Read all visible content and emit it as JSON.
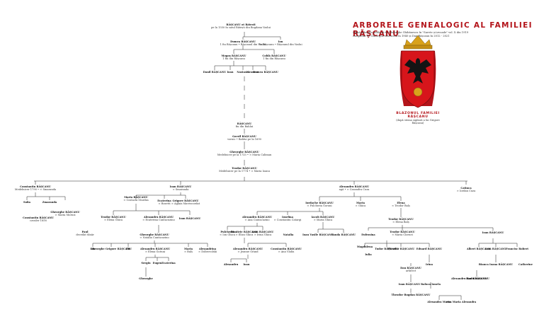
{
  "header": {
    "title": "ARBORELE GENEALOGIC AL FAMILIEI RĂȘCANU",
    "subtitle_1": "(după arborele publicat de Gheorghe Ghibănescu în \"Surete și izvoade\" vol. X din 1919",
    "subtitle_2": "completat de Gheorghe Bezviconi în 1940 și Dan Rășcanu în 2012 - 2021"
  },
  "crest": {
    "caption": "BLAZONUL FAMILIEI RĂȘCANU",
    "note": "(după stema sigilară a lui Grigore Rășcanu)",
    "colors": {
      "field": "#d7151b",
      "eagle": "#141414",
      "crown": "#d9a21b",
      "mantle": "#b3141a"
    }
  },
  "people": {
    "p0": {
      "name": "RĂȘCANU ot Rătesti",
      "info": "pe la 1550 în satul Rătești din Bogdana Vaslui"
    },
    "p1": {
      "name": "Dumea RĂȘCANU",
      "info": "1 fiu Rășcanu • Rășcanul din Vaslui"
    },
    "p2": {
      "name": "Ion",
      "info": "fiu Rășcanu • Rășcanul din Vaslui"
    },
    "p3": {
      "name": "Mogoș RĂȘCANU",
      "info": "1 fiu din Rășcanu"
    },
    "p4": {
      "name": "Coblă RĂȘCANU",
      "info": "1 fiu din Rășcanu"
    },
    "p5": {
      "name": "Danil RĂȘCANU",
      "info": ""
    },
    "p6": {
      "name": "Ioan",
      "info": ""
    },
    "p7": {
      "name": "Nastasia",
      "info": ""
    },
    "p8": {
      "name": "Gramoe",
      "info": ""
    },
    "p9": {
      "name": "Dumea RĂȘCANU",
      "info": ""
    },
    "p10": {
      "name": "RĂȘCANU",
      "info": "fiu din Bahlui"
    },
    "p11": {
      "name": "Gavril RĂȘCANU",
      "info": "vornic • Bahlui pe la 1690"
    },
    "p12": {
      "name": "Gheorghe RĂȘCANU",
      "info": "Medelnicer pe la 1733 • ∞ Maria Caliman"
    },
    "p13": {
      "name": "Teodor RĂȘCANU",
      "info": "Medelnicer pe la 1774 • ∞ Maria Ioanu"
    },
    "p14": {
      "name": "Constantin RĂȘCANU",
      "info": "Medelnicer 1790 • ∞ Smaranda"
    },
    "p15": {
      "name": "Ioan RĂȘCANU",
      "info": "∞ Smaranda"
    },
    "p16": {
      "name": "Alexandru RĂȘCANU",
      "info": "agă • ∞ Casandra Cuza"
    },
    "p17": {
      "name": "Catinca",
      "info": "∞ Iordan Cuza"
    },
    "p18": {
      "name": "Sofia",
      "info": ""
    },
    "p19": {
      "name": "Zmaranda",
      "info": ""
    },
    "p20": {
      "name": "Gheorghe RĂȘCANU",
      "info": "∞ Maria Moruzi"
    },
    "p21": {
      "name": "Constantin RĂȘCANU",
      "info": "cavaler 1858"
    },
    "p22": {
      "name": "Paul",
      "info": "decedat tânăr"
    },
    "p23": {
      "name": "Maria RĂȘCANU",
      "info": "∞ Costachi Sturdza"
    },
    "p24": {
      "name": "Ecaterina",
      "info": "∞ Rosetti"
    },
    "p25": {
      "name": "Grigore RĂȘCANU",
      "info": "∞ Aglaia Mavrocordat"
    },
    "p26": {
      "name": "Teodor RĂȘCANU",
      "info": "∞ Elena Ghica"
    },
    "p27": {
      "name": "Alexandru RĂȘCANU",
      "info": "∞ Ecaterina Cantacuzino"
    },
    "p28": {
      "name": "Ioan RĂȘCANU",
      "info": ""
    },
    "p29": {
      "name": "Gheorghe RĂȘCANU",
      "info": "∞ Natalia Cantacuzino"
    },
    "p30": {
      "name": "Ion",
      "info": ""
    },
    "p31": {
      "name": "Gheorghe Grigore RĂȘCANU",
      "info": ""
    },
    "p32": {
      "name": "Ilie",
      "info": ""
    },
    "p33": {
      "name": "Alexandru RĂȘCANU",
      "info": "∞ Elena Goruni"
    },
    "p34": {
      "name": "Maria",
      "info": "∞ Balș"
    },
    "p35": {
      "name": "Alexandrina",
      "info": "∞ Dobrovolski"
    },
    "p36": {
      "name": "Sergiu",
      "info": ""
    },
    "p37": {
      "name": "Eugen",
      "info": ""
    },
    "p38": {
      "name": "Ecaterina",
      "info": ""
    },
    "p39": {
      "name": "Gheorghe",
      "info": ""
    },
    "p40": {
      "name": "Iordache RĂȘCANU",
      "info": "∞ Pulcheria Goruni"
    },
    "p41": {
      "name": "Maria",
      "info": "∞ Ghica"
    },
    "p42": {
      "name": "Elena",
      "info": "∞ Teodor Balș"
    },
    "p43": {
      "name": "Alexandru RĂȘCANU",
      "info": "∞ Ana Cantacuzino"
    },
    "p44": {
      "name": "Iosefina",
      "info": "∞ Constantin Catargi"
    },
    "p45": {
      "name": "Iacob RĂȘCANU",
      "info": "∞ Maria Ghica"
    },
    "p46": {
      "name": "Teodor RĂȘCANU",
      "info": "∞ Elena Balș"
    },
    "p47": {
      "name": "Pulcheria",
      "info": "∞ Ion Ghica"
    },
    "p48": {
      "name": "Dimitrie RĂȘCANU",
      "info": "∞ Eliza Ghica"
    },
    "p49": {
      "name": "Ioan RĂȘCANU",
      "info": "∞ Irina Ghica"
    },
    "p50": {
      "name": "Natalia",
      "info": ""
    },
    "p51": {
      "name": "Alexandru RĂȘCANU",
      "info": "∞ Jeanne Grand"
    },
    "p52": {
      "name": "Constantin RĂȘCANU",
      "info": "∞ Ana Vlahu"
    },
    "p53": {
      "name": "Alexandru",
      "info": ""
    },
    "p54": {
      "name": "Ioan",
      "info": ""
    },
    "p55": {
      "name": "Ioan Vasile RĂȘCANU",
      "info": ""
    },
    "p56": {
      "name": "Sanda RĂȘCANU",
      "info": ""
    },
    "p57": {
      "name": "Teodor RĂȘCANU",
      "info": "∞ Maria Ciornei"
    },
    "p58": {
      "name": "Eufrosina",
      "info": ""
    },
    "p59": {
      "name": "Tudor RĂȘCANU",
      "info": ""
    },
    "p60": {
      "name": "Iulia",
      "info": ""
    },
    "p61": {
      "name": "Magdalena",
      "info": ""
    },
    "p62": {
      "name": "Theodor RĂȘCANU",
      "info": ""
    },
    "p63": {
      "name": "Eduard RĂȘCANU",
      "info": ""
    },
    "p64": {
      "name": "Irina",
      "info": ""
    },
    "p65": {
      "name": "Dan RĂȘCANU",
      "info": "arhitect"
    },
    "p66": {
      "name": "Ioan RĂȘCANU",
      "info": ""
    },
    "p67": {
      "name": "Raluca Ionela",
      "info": ""
    },
    "p68": {
      "name": "Theodor Bogdan RĂȘCANU",
      "info": ""
    },
    "p69": {
      "name": "Alexandra Maria",
      "info": ""
    },
    "p70": {
      "name": "Ana Maria Alexandra",
      "info": ""
    },
    "p71": {
      "name": "Alexandru Radu RĂȘCANU",
      "info": ""
    },
    "p72": {
      "name": "Ioan RĂȘCANU",
      "info": ""
    },
    "p73": {
      "name": "Albert RĂȘCANU",
      "info": ""
    },
    "p74": {
      "name": "Ioan RĂȘCANU",
      "info": ""
    },
    "p75": {
      "name": "Francisc Robert",
      "info": ""
    },
    "p76": {
      "name": "Bianca Ioana RĂȘCANU",
      "info": ""
    },
    "p77": {
      "name": "Dan RĂȘCANU",
      "info": ""
    },
    "p78": {
      "name": "Catherine",
      "info": ""
    }
  }
}
